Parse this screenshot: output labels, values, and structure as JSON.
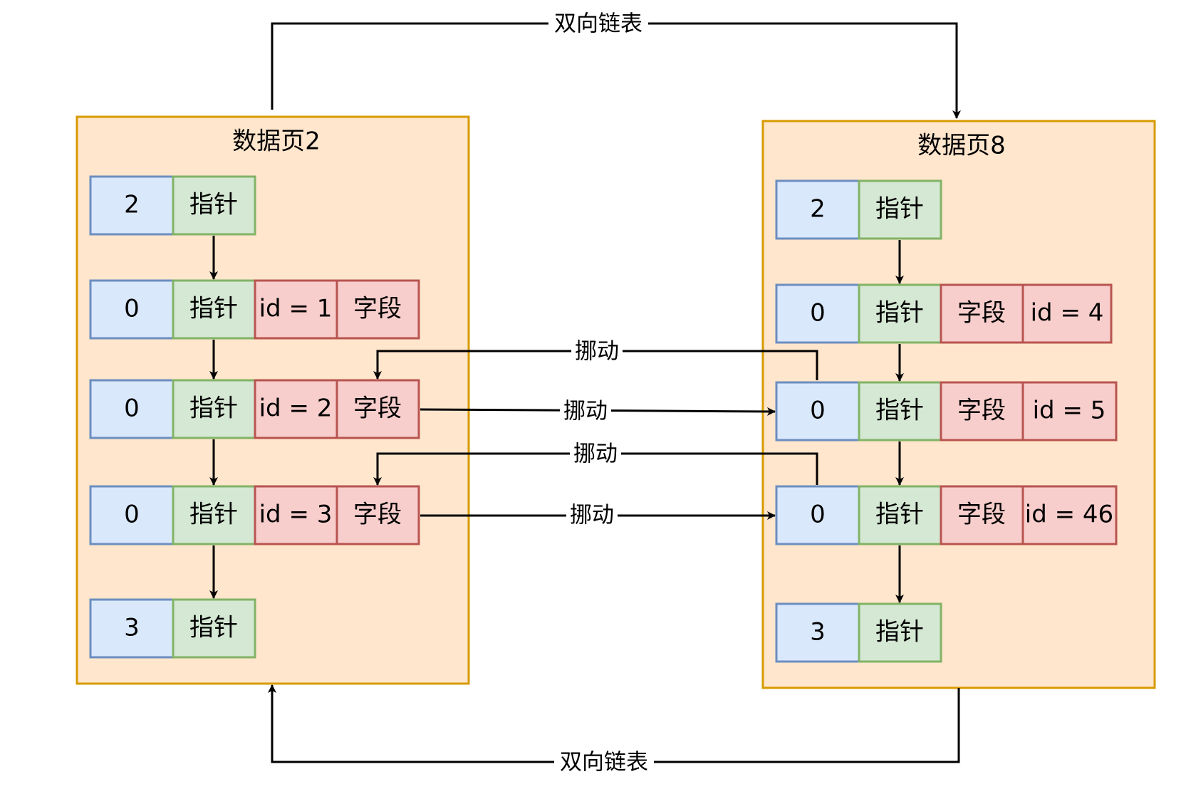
{
  "colors": {
    "page_fill": "#ffe6cc",
    "page_border": "#d79b00",
    "blue_fill": "#dae8fc",
    "blue_border": "#6c8ebf",
    "green_fill": "#d5e8d4",
    "green_border": "#82b366",
    "red_fill": "#f8cecc",
    "red_border": "#b85450"
  },
  "pages": [
    {
      "title": "数据页2",
      "rows": [
        [
          "2",
          "指针"
        ],
        [
          "0",
          "指针",
          "id = 1",
          "字段"
        ],
        [
          "0",
          "指针",
          "id = 2",
          "字段"
        ],
        [
          "0",
          "指针",
          "id = 3",
          "字段"
        ],
        [
          "3",
          "指针"
        ]
      ]
    },
    {
      "title": "数据页8",
      "rows": [
        [
          "2",
          "指针"
        ],
        [
          "0",
          "指针",
          "字段",
          "id = 4"
        ],
        [
          "0",
          "指针",
          "字段",
          "id = 5"
        ],
        [
          "0",
          "指针",
          "字段",
          "id = 46"
        ],
        [
          "3",
          "指针"
        ]
      ]
    }
  ],
  "links": {
    "top": "双向链表",
    "bottom": "双向链表"
  },
  "moves": [
    "挪动",
    "挪动",
    "挪动",
    "挪动"
  ]
}
